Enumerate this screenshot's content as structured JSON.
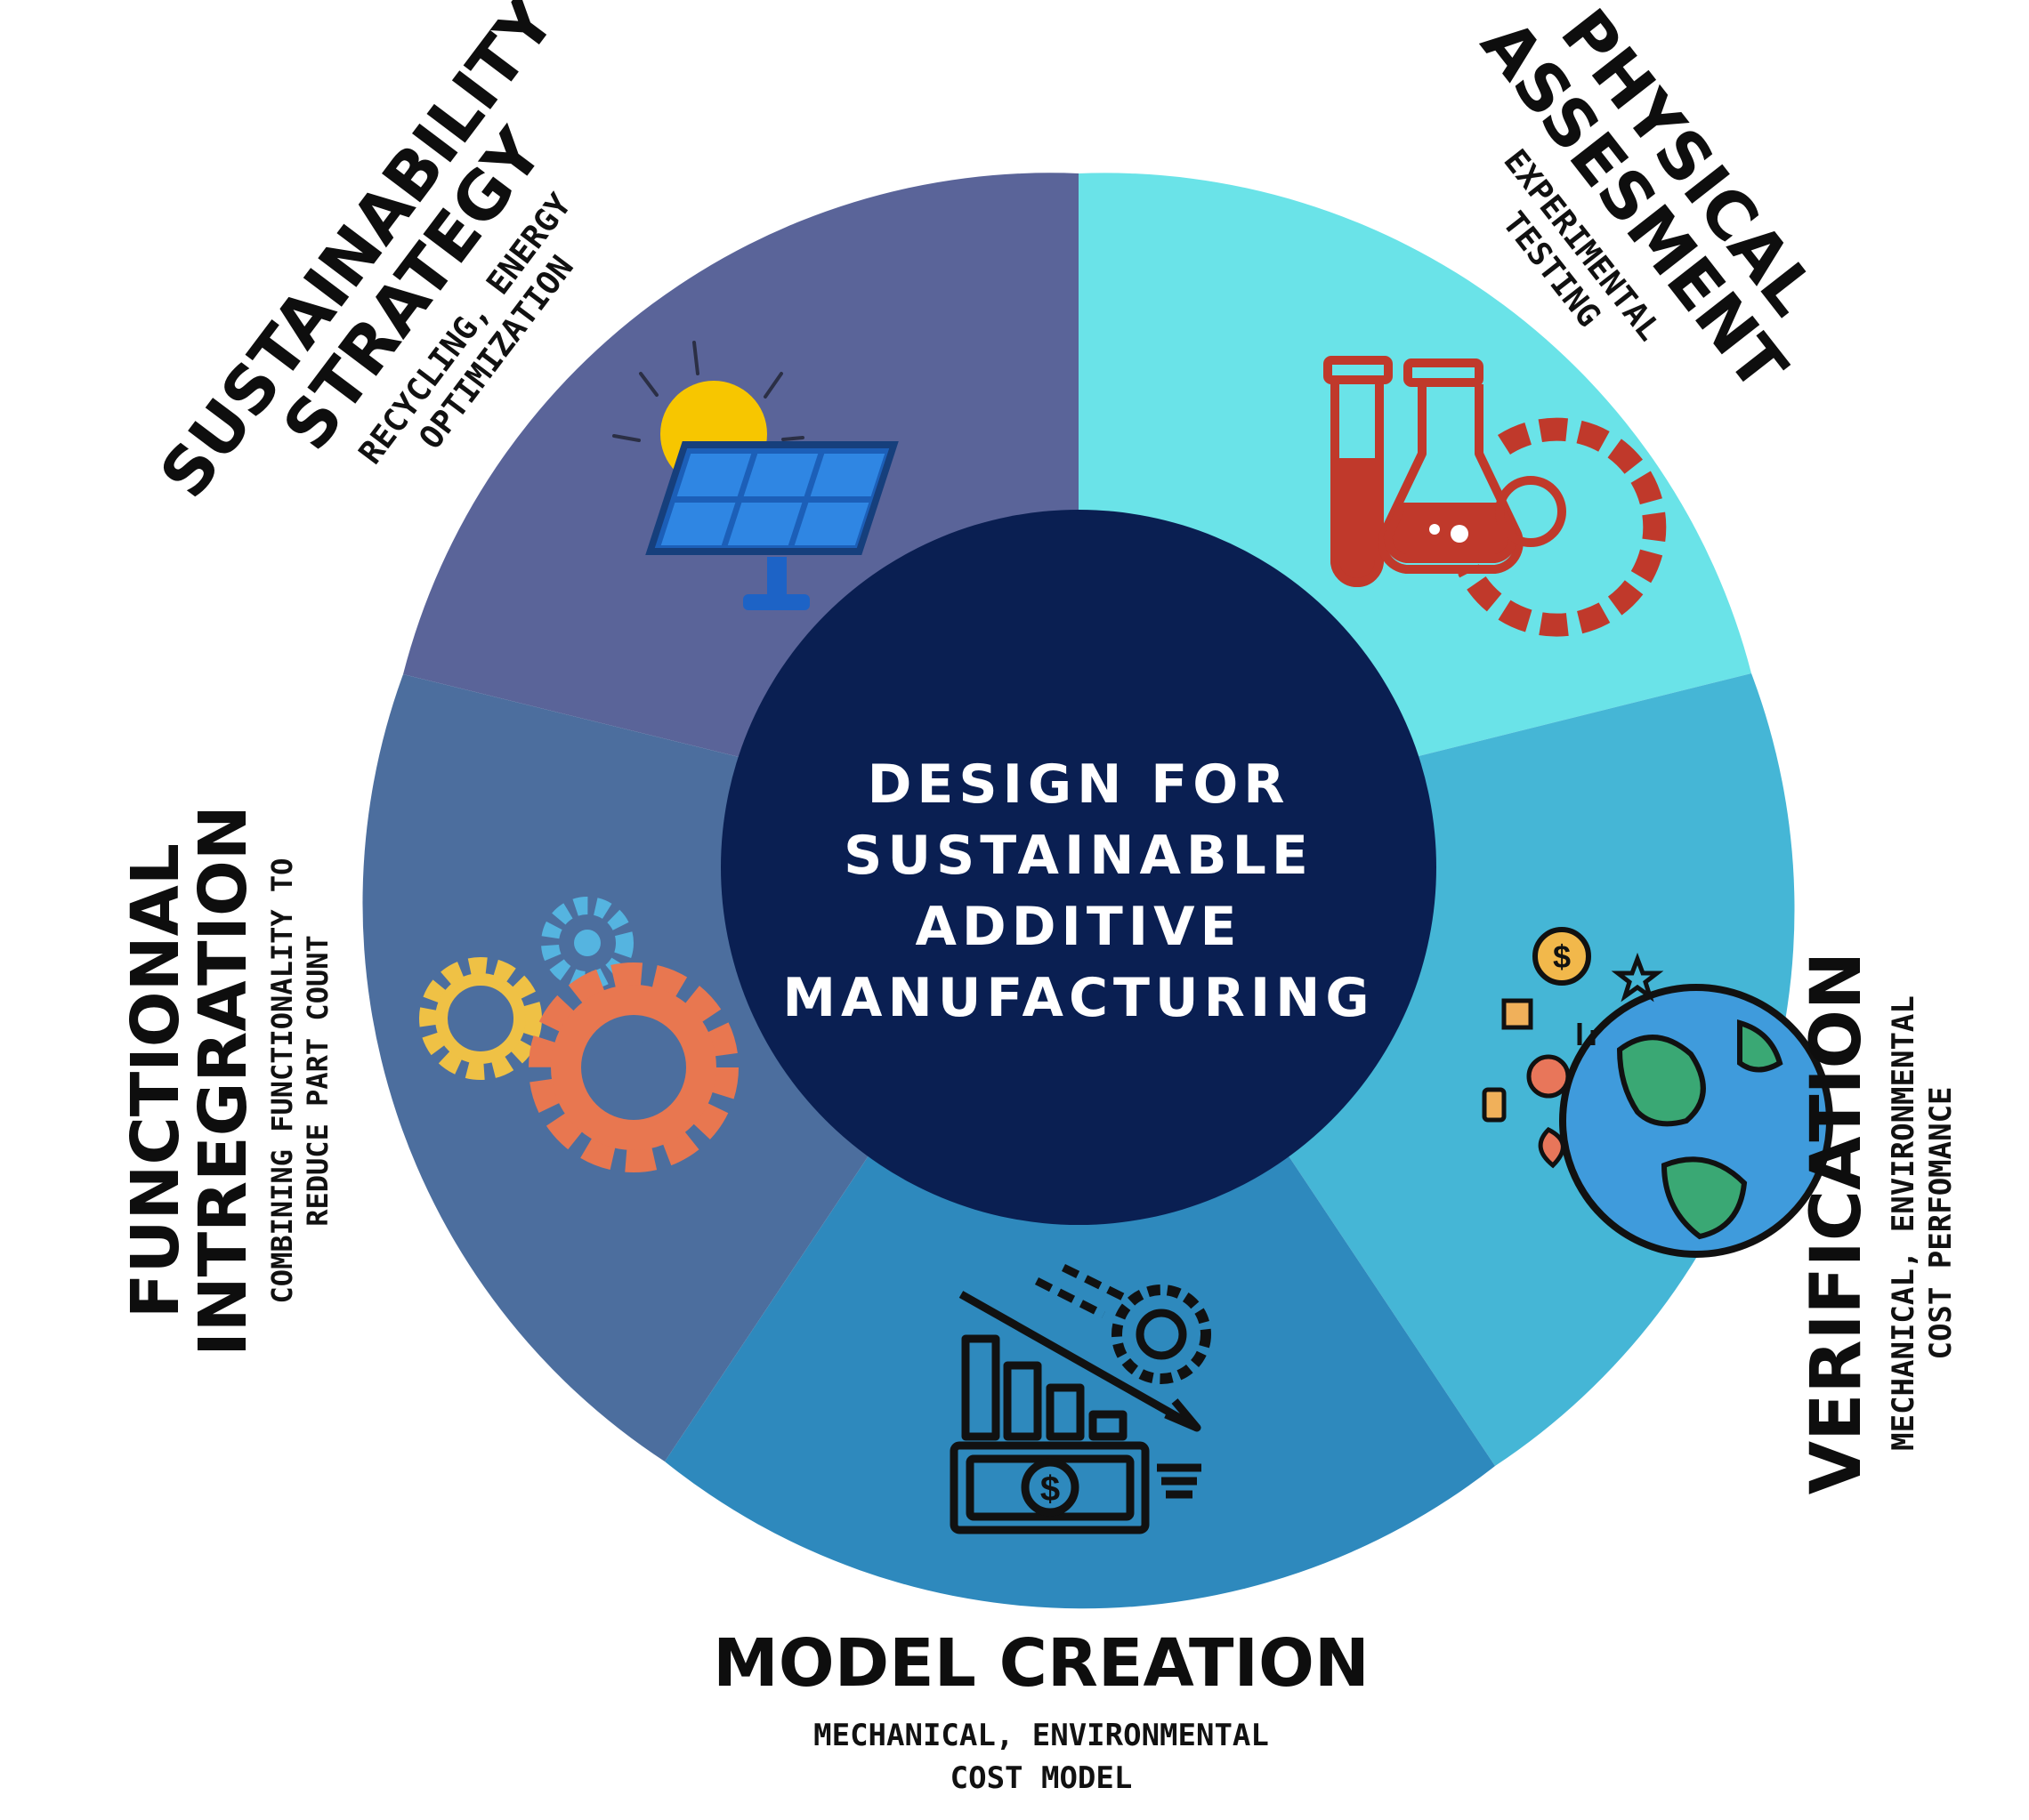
{
  "center": {
    "lines": [
      "DESIGN FOR",
      "SUSTAINABLE",
      "ADDITIVE",
      "MANUFACTURING"
    ]
  },
  "segments": [
    {
      "id": "sustainability",
      "title_lines": [
        "SUSTAINABILITY",
        "STRATEGY"
      ],
      "subtitle_lines": [
        "RECYCLING, ENERGY",
        "OPTIMIZATION"
      ],
      "color": "#5a6499",
      "icon": "solar-panel-icon"
    },
    {
      "id": "physical",
      "title_lines": [
        "PHYSICAL",
        "ASSESMENT"
      ],
      "subtitle_lines": [
        "EXPERIMENTAL",
        "TESTING"
      ],
      "color": "#6ae3e8",
      "icon": "lab-flask-gear-icon"
    },
    {
      "id": "verification",
      "title_lines": [
        "VERIFICATION"
      ],
      "subtitle_lines": [
        "MECHANICAL, ENVIRONMENTAL",
        "COST PERFOMANCE"
      ],
      "color": "#45b6d6",
      "icon": "globe-analytics-icon"
    },
    {
      "id": "model",
      "title_lines": [
        "MODEL CREATION"
      ],
      "subtitle_lines": [
        "MECHANICAL, ENVIRONMENTAL",
        "COST MODEL"
      ],
      "color": "#2e89bd",
      "icon": "cost-reduction-icon"
    },
    {
      "id": "functional",
      "title_lines": [
        "FUNCTIONAL",
        "INTREGRATION"
      ],
      "subtitle_lines": [
        "COMBINING FUNCTIONALITY TO",
        "REDUCE PART COUNT"
      ],
      "color": "#4c6e9e",
      "icon": "gears-icon"
    }
  ],
  "colors": {
    "center_fill": "#0a1f52",
    "sun": "#f7c600",
    "panel_blue": "#1d63c6",
    "lab_red": "#c0392b",
    "gear_yellow": "#efc145",
    "gear_orange": "#e87750",
    "gear_blue": "#55b4e0",
    "icon_dark": "#111111"
  }
}
